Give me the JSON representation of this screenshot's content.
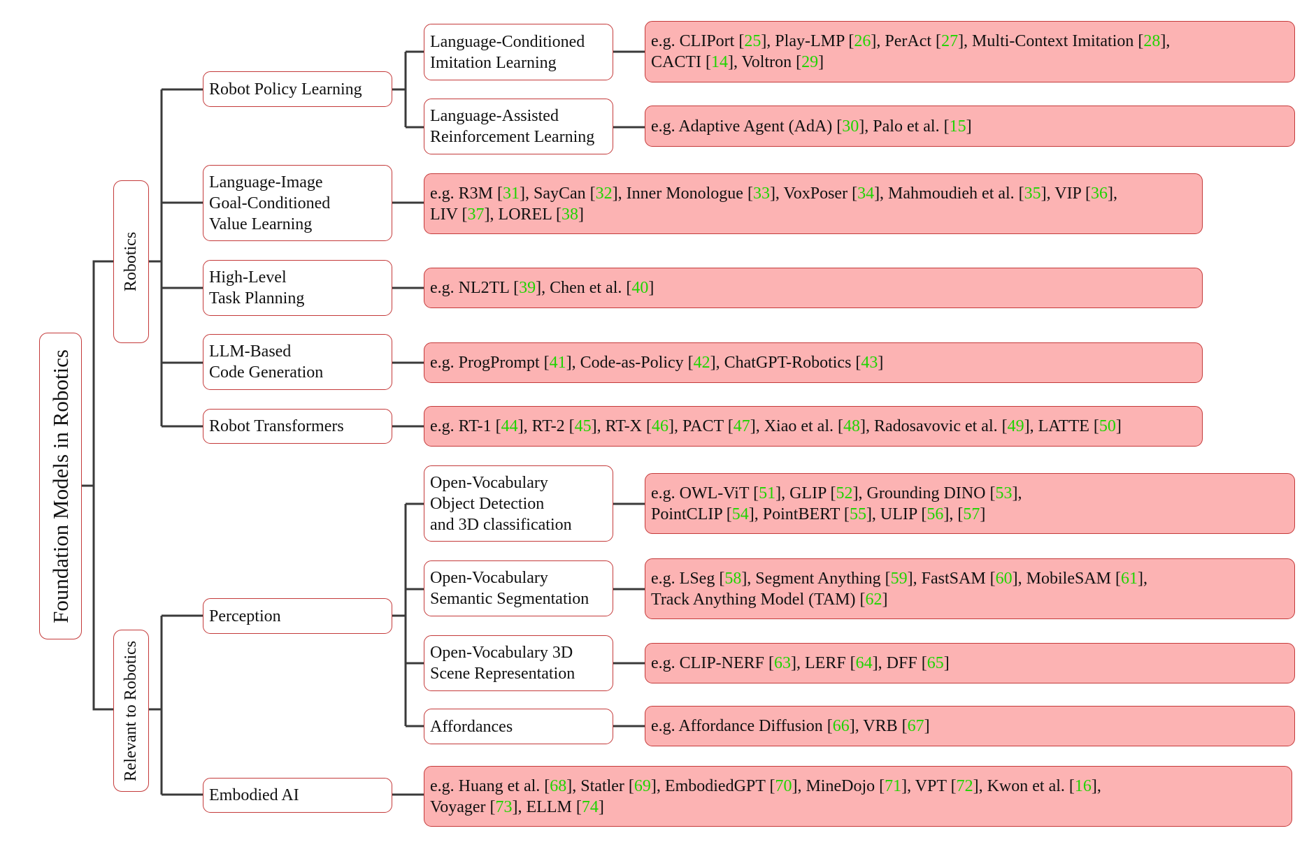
{
  "diagram": {
    "root": "Foundation Models in Robotics",
    "groups": {
      "robotics": "Robotics",
      "relevant": "Relevant to Robotics"
    },
    "nodes": {
      "robot_policy_learning": "Robot Policy Learning",
      "lang_conditioned_il": "Language-Conditioned\nImitation Learning",
      "lang_assisted_rl": "Language-Assisted\nReinforcement Learning",
      "lang_image_goal": "Language-Image\nGoal-Conditioned\nValue Learning",
      "high_level_planning": "High-Level\nTask Planning",
      "llm_code_gen": "LLM-Based\nCode Generation",
      "robot_transformers": "Robot Transformers",
      "perception": "Perception",
      "ov_detection": "Open-Vocabulary\nObject Detection\nand 3D classification",
      "ov_segmentation": "Open-Vocabulary\nSemantic Segmentation",
      "ov_3d_scene": "Open-Vocabulary 3D\nScene Representation",
      "affordances": "Affordances",
      "embodied_ai": "Embodied AI"
    },
    "examples": {
      "lang_conditioned_il": [
        "e.g. CLIPort [",
        "25",
        "], Play-LMP [",
        "26",
        "], PerAct [",
        "27",
        "], Multi-Context Imitation [",
        "28",
        "],\nCACTI [",
        "14",
        "], Voltron [",
        "29",
        "]"
      ],
      "lang_assisted_rl": [
        "e.g. Adaptive Agent (AdA) [",
        "30",
        "], Palo et al. [",
        "15",
        "]"
      ],
      "lang_image_goal": [
        "e.g. R3M [",
        "31",
        "], SayCan [",
        "32",
        "], Inner Monologue [",
        "33",
        "], VoxPoser [",
        "34",
        "], Mahmoudieh et al. [",
        "35",
        "], VIP [",
        "36",
        "],\nLIV [",
        "37",
        "], LOREL [",
        "38",
        "]"
      ],
      "high_level_planning": [
        "e.g. NL2TL [",
        "39",
        "], Chen et al. [",
        "40",
        "]"
      ],
      "llm_code_gen": [
        "e.g. ProgPrompt [",
        "41",
        "], Code-as-Policy [",
        "42",
        "], ChatGPT-Robotics [",
        "43",
        "]"
      ],
      "robot_transformers": [
        "e.g. RT-1 [",
        "44",
        "], RT-2 [",
        "45",
        "], RT-X [",
        "46",
        "], PACT [",
        "47",
        "], Xiao et al. [",
        "48",
        "], Radosavovic et al. [",
        "49",
        "], LATTE [",
        "50",
        "]"
      ],
      "ov_detection": [
        "e.g. OWL-ViT [",
        "51",
        "], GLIP [",
        "52",
        "], Grounding DINO [",
        "53",
        "],\nPointCLIP [",
        "54",
        "], PointBERT [",
        "55",
        "], ULIP [",
        "56",
        "], [",
        "57",
        "]"
      ],
      "ov_segmentation": [
        "e.g. LSeg [",
        "58",
        "], Segment Anything [",
        "59",
        "], FastSAM [",
        "60",
        "], MobileSAM [",
        "61",
        "],\nTrack Anything Model (TAM) [",
        "62",
        "]"
      ],
      "ov_3d_scene": [
        "e.g. CLIP-NERF [",
        "63",
        "], LERF [",
        "64",
        "], DFF [",
        "65",
        "]"
      ],
      "affordances": [
        "e.g. Affordance Diffusion [",
        "66",
        "], VRB [",
        "67",
        "]"
      ],
      "embodied_ai": [
        "e.g. Huang et al. [",
        "68",
        "], Statler [",
        "69",
        "], EmbodiedGPT [",
        "70",
        "], MineDojo [",
        "71",
        "], VPT [",
        "72",
        "], Kwon et al. [",
        "16",
        "],\nVoyager [",
        "73",
        "], ELLM [",
        "74",
        "]"
      ]
    }
  },
  "colors": {
    "leaf_fill": "#fcb3b3",
    "border": "#c43a3a",
    "citation": "#1fd400",
    "connector": "#3a3a3a"
  }
}
